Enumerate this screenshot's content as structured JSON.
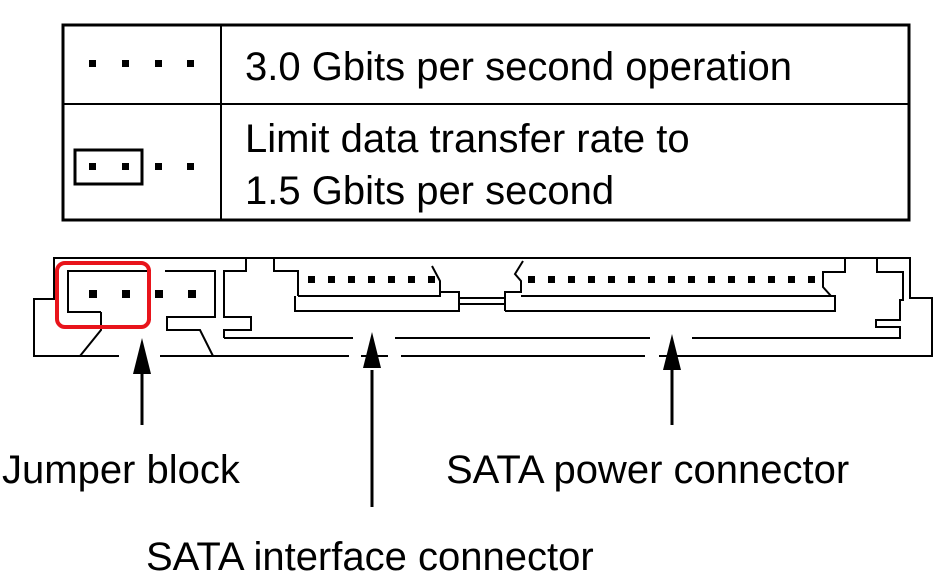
{
  "legend_table": {
    "rows": [
      {
        "symbol": "four-pins-no-jumper",
        "lines": [
          "3.0 Gbits per second operation"
        ]
      },
      {
        "symbol": "four-pins-jumper-on-first-pair",
        "lines": [
          "Limit data transfer rate to",
          "1.5 Gbits per second"
        ]
      }
    ]
  },
  "connector": {
    "jumper_pins": 4,
    "interface_pins": 7,
    "power_pins": 15,
    "highlight_color": "#e8141b"
  },
  "labels": {
    "jumper_block": "Jumper block",
    "sata_interface": "SATA interface connector",
    "sata_power": "SATA power connector"
  },
  "colors": {
    "line": "#000000",
    "background": "#ffffff",
    "highlight": "#e8141b"
  }
}
